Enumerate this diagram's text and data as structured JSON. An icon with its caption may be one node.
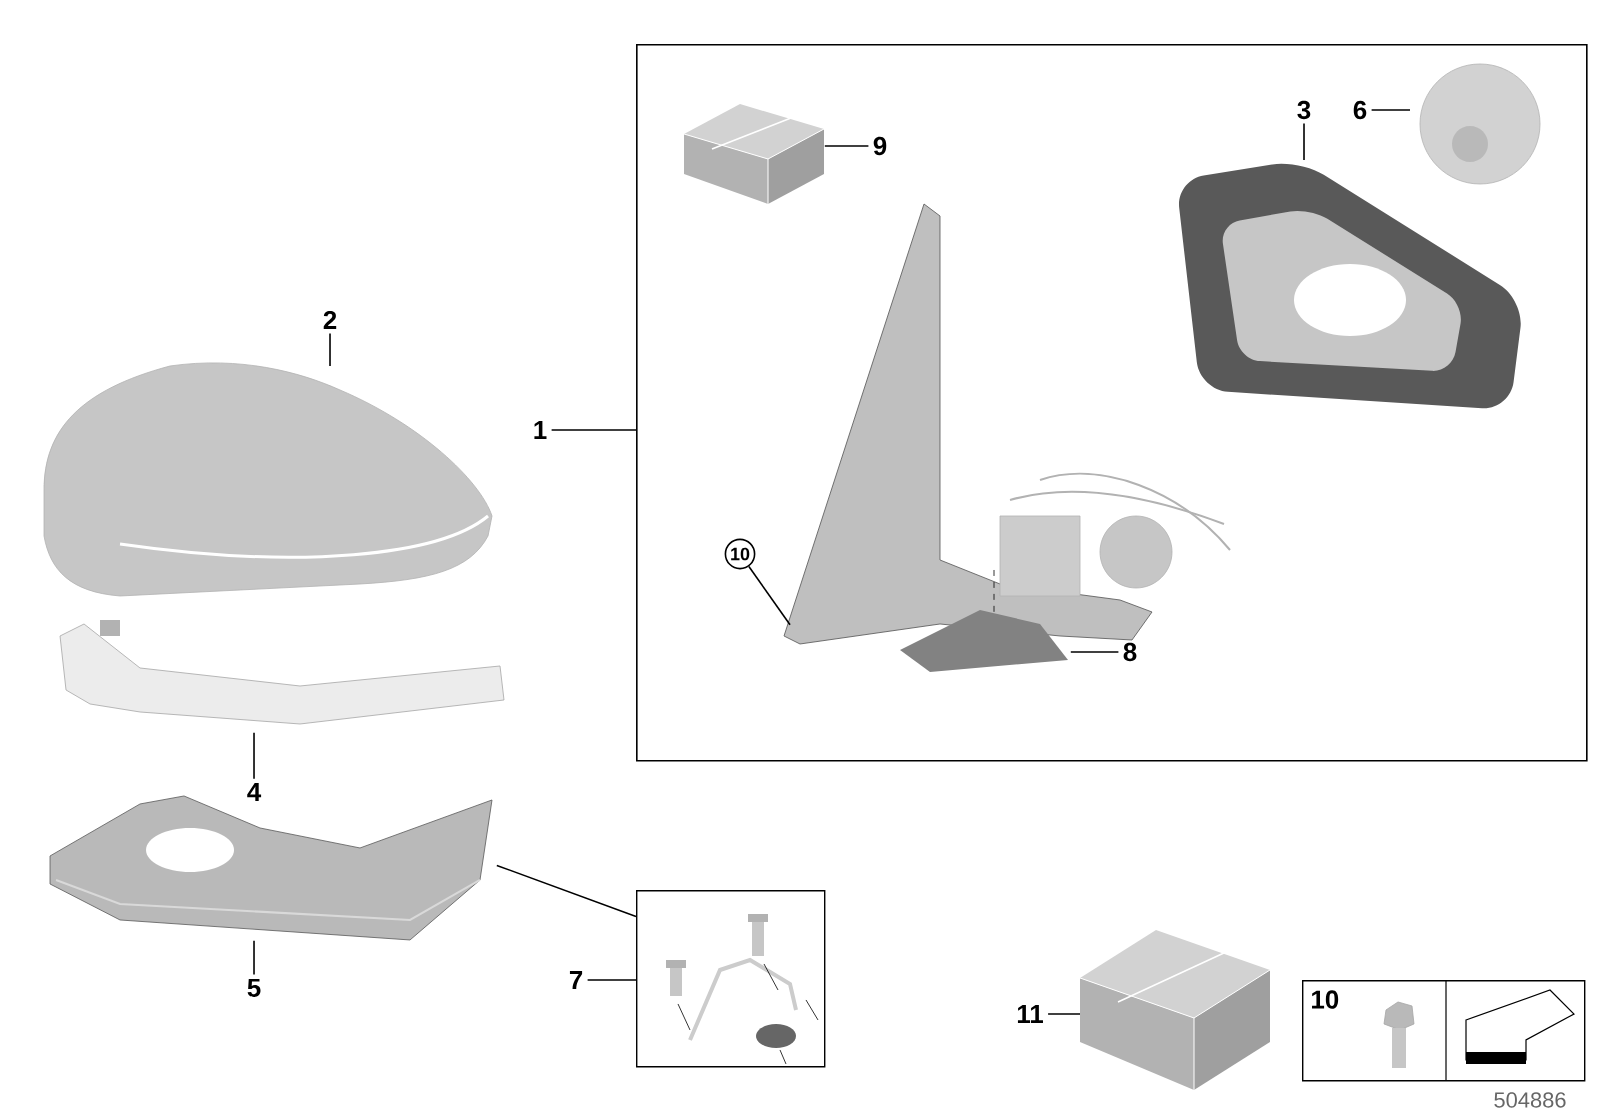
{
  "diagram": {
    "nodes": [
      {
        "text": [
          "1"
        ]
      },
      {
        "text": [],
        "shape": "box"
      },
      {
        "text": [
          "2"
        ]
      },
      {
        "text": [],
        "shape": "picture"
      },
      {
        "text": [
          "4"
        ]
      },
      {
        "text": [],
        "shape": "picture"
      },
      {
        "text": [
          "5"
        ]
      },
      {
        "text": [],
        "shape": "picture"
      },
      {
        "text": [
          "9"
        ],
        "in": 1
      },
      {
        "text": [],
        "shape": "picture",
        "in": 1
      },
      {
        "text": [
          "3"
        ],
        "in": 1
      },
      {
        "text": [],
        "shape": "picture",
        "in": 1
      },
      {
        "text": [
          "6"
        ],
        "in": 1
      },
      {
        "text": [],
        "shape": "picture",
        "in": 1
      },
      {
        "text": [
          "10"
        ],
        "in": 1
      },
      {
        "text": [],
        "shape": "picture",
        "in": 1
      },
      {
        "text": [
          "8"
        ],
        "in": 1
      },
      {
        "text": [],
        "shape": "picture",
        "in": 1
      },
      {
        "text": [
          "7"
        ]
      },
      {
        "text": [],
        "shape": "box"
      },
      {
        "text": [
          "11"
        ]
      },
      {
        "text": [],
        "shape": "picture"
      },
      {
        "text": [
          "10"
        ]
      }
    ],
    "edges": [
      {
        "from": 0,
        "to": 1,
        "arrow": "none"
      },
      {
        "from": 2,
        "to": 3,
        "arrow": "none"
      },
      {
        "from": 4,
        "to": 5,
        "arrow": "none"
      },
      {
        "from": 6,
        "to": 7,
        "arrow": "none"
      },
      {
        "from": 8,
        "to": 9,
        "arrow": "none"
      },
      {
        "from": 10,
        "to": 11,
        "arrow": "none"
      },
      {
        "from": 12,
        "to": 13,
        "arrow": "none"
      },
      {
        "from": 14,
        "to": 15,
        "arrow": "none"
      },
      {
        "from": 16,
        "to": 17,
        "arrow": "none"
      },
      {
        "from": 18,
        "to": 19,
        "arrow": "none"
      },
      {
        "from": 19,
        "to": 7,
        "arrow": "none"
      },
      {
        "from": 20,
        "to": 21,
        "arrow": "none"
      }
    ],
    "labels": [
      "504886"
    ]
  }
}
